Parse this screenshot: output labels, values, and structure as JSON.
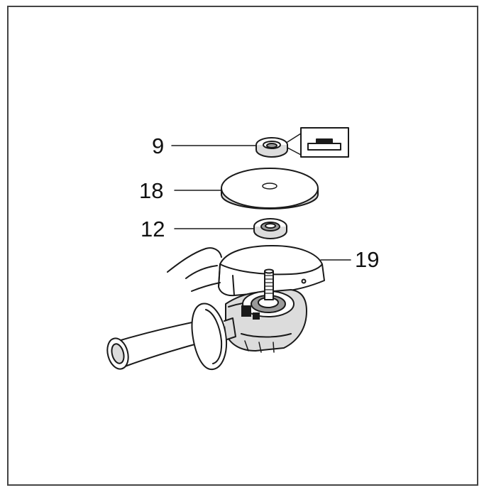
{
  "diagram": {
    "callouts": [
      {
        "id": "nut",
        "label": "9"
      },
      {
        "id": "wheel",
        "label": "18"
      },
      {
        "id": "inner-flange",
        "label": "12"
      },
      {
        "id": "guard",
        "label": "19"
      }
    ],
    "icons": {
      "nut_detail": "lock-nut-detail-icon"
    },
    "colors": {
      "line": "#1a1a1a",
      "fill_light": "#ffffff",
      "fill_shade": "#dcdcdc",
      "fill_dark": "#9a9a9a"
    }
  }
}
